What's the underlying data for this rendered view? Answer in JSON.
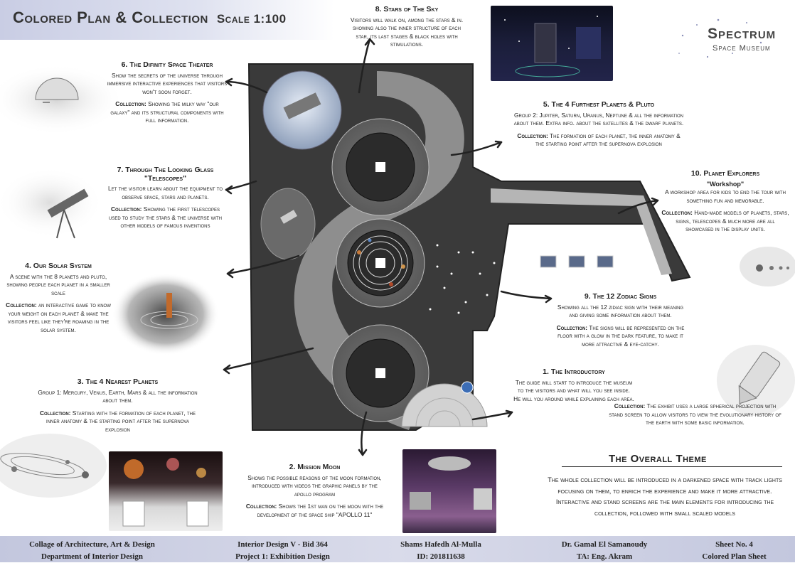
{
  "header": {
    "title": "Colored Plan & Collection",
    "scale": "Scale 1:100",
    "museum_name": "Spectrum",
    "museum_subtitle": "Space Museum"
  },
  "sections": {
    "s1": {
      "title": "1. The Introductory",
      "desc": "The guide will start to introduce the museum to the visitors and what will you see inside. He will you around while explaining each area.",
      "collection_label": "Collection:",
      "collection": " The exhibit uses a large spherical projection with stand screen to allow visitors to view the evolutionary history of the earth with some basic information."
    },
    "s2": {
      "title": "2. Mission Moon",
      "desc": "Shows the possible reasons of the moon formation, introduced with videos the graphic panels by the apollo program",
      "collection_label": "Collection:",
      "collection": " Shows the 1st man on the moon with the development of the space ship \"APOLLO 11\""
    },
    "s3": {
      "title": "3. The 4 Nearest Planets",
      "desc": "Group 1: Mercury, Venus, Earth, Mars & all the information about them.",
      "collection_label": "Collection:",
      "collection": " Starting with the formation of each planet, the inner anatomy & the starting point after the supernova explosion"
    },
    "s4": {
      "title": "4. Our Solar System",
      "desc": "A scene with the 8 planets and pluto, showing people each planet in a smaller scale",
      "collection_label": "Collection:",
      "collection": " an interactive game to know your weight on each planet & make the visitors feel like they're roaming in the solar system."
    },
    "s5": {
      "title": "5. The 4 Furthest Planets & Pluto",
      "desc": "Group 2: Jupiter, Saturn, Uranus, Neptune & all the information about them. Extra info. about the satellites & the dwarf planets.",
      "collection_label": "Collection:",
      "collection": " The formation of each planet, the inner anatomy & the starting point after the supernova explosion"
    },
    "s6": {
      "title": "6. The Difinity Space Theater",
      "desc": "Show the secrets of the universe through immersive interactive experiences that visitors won't soon forget.",
      "collection_label": "Collection:",
      "collection": " Showing the milky way \"our galaxy\" and its structural components with full information."
    },
    "s7": {
      "title": "7. Through The Looking Glass",
      "title_quote": "\"Telescopes\"",
      "desc": "Let the visitor learn about the equipment to observe space, stars and planets.",
      "collection_label": "Collection:",
      "collection": " Showing the first telescopes used to study the stars & the universe with other models of famous inventions"
    },
    "s8": {
      "title": "8. Stars of The Sky",
      "desc": "Visitors will walk on, among the stars & in. showing also the inner structure of each star, its last stages & black holes with stimulations."
    },
    "s9": {
      "title": "9. The 12 Zodiac Signs",
      "desc": "Showing all the 12 zidiac sign with their meaning and giving some information about them.",
      "collection_label": "Collection:",
      "collection": " The signs will be represented on the floor with a glow in the dark feature, to make it more attractive & eye-catchy."
    },
    "s10": {
      "title": "10. Planet Explorers",
      "subtitle": "\"Workshop\"",
      "desc": "A workshop area for kids to end the tour with something fun and memorable.",
      "collection_label": "Collection:",
      "collection": " Hand-made models of planets, stars, signs, telescopes & much more are all showcased in the display units."
    }
  },
  "theme": {
    "title": "The Overall Theme",
    "text": "The whole collection will be introduced in a darkened space with track lights focusing on them, to enrich the experience and make it more attractive. Interactive and stand screens are the main elements for introducing the collection, followed with small scaled models"
  },
  "footer": {
    "col1": [
      "Collage of Architecture, Art & Design",
      "Department of Interior Design"
    ],
    "col2": [
      "Interior Design V - Bid 364",
      "Project 1: Exhibition Design"
    ],
    "col3": [
      "Shams Hafedh Al-Mulla",
      "ID: 201811638"
    ],
    "col4": [
      "Dr. Gamal El Samanoudy",
      "TA: Eng. Akram"
    ],
    "col5": [
      "Sheet No. 4",
      "Colored Plan Sheet"
    ]
  }
}
